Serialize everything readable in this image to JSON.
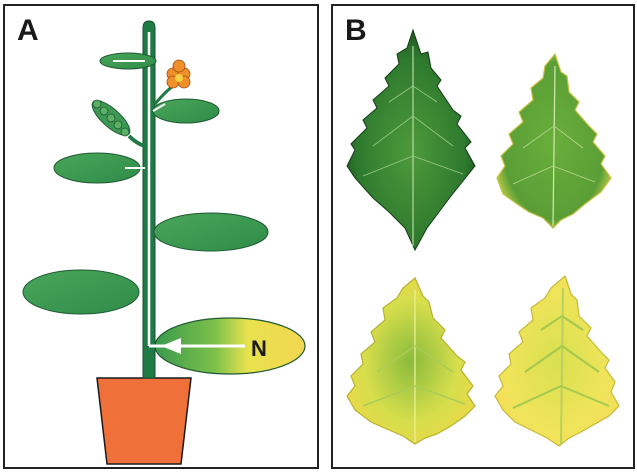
{
  "panels": {
    "a": {
      "label": "A",
      "arrow_label": "N"
    },
    "b": {
      "label": "B"
    }
  },
  "colors": {
    "stem_green": "#1f7a45",
    "leaf_green": "#3e9a50",
    "leaf_dark": "#2c8a4a",
    "old_leaf_yellow": "#f0e050",
    "pot_orange": "#f0703a",
    "flower_orange": "#f0902a",
    "arrow_white": "#ffffff",
    "border": "#222222"
  }
}
